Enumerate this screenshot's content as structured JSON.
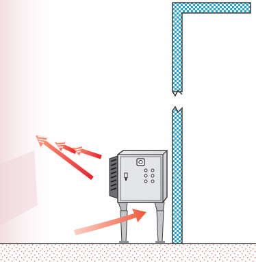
{
  "scene": {
    "colors": {
      "background_tint": "#f3e3e6",
      "floor_speckle": "#e0707c",
      "wall_checker_a": "#1aa7e0",
      "wall_checker_b": "#ffffff",
      "wall_outline": "#3a3a3a",
      "cabinet_body": "#d9dadc",
      "cabinet_outline": "#3d3d3d",
      "cabinet_legs": "#b9bbbf",
      "vent_fins": "#2c2c2c",
      "arrow_hot_start": "#ff7a59",
      "arrow_hot_end": "#e8232b",
      "arrow_cool_start": "#f7b7a6",
      "arrow_cool_end": "#ef5a3c"
    },
    "icons": {
      "wall": "insulated-wall-break-icon",
      "cabinet": "electrical-cabinet-icon",
      "outflow": "hot-air-outflow-arrows",
      "inflow": "cool-air-inflow-arrow",
      "floor": "floor-icon"
    },
    "controls": {
      "switch_count": 1,
      "indicator_count": 1,
      "button_grid": [
        2,
        3
      ]
    }
  }
}
